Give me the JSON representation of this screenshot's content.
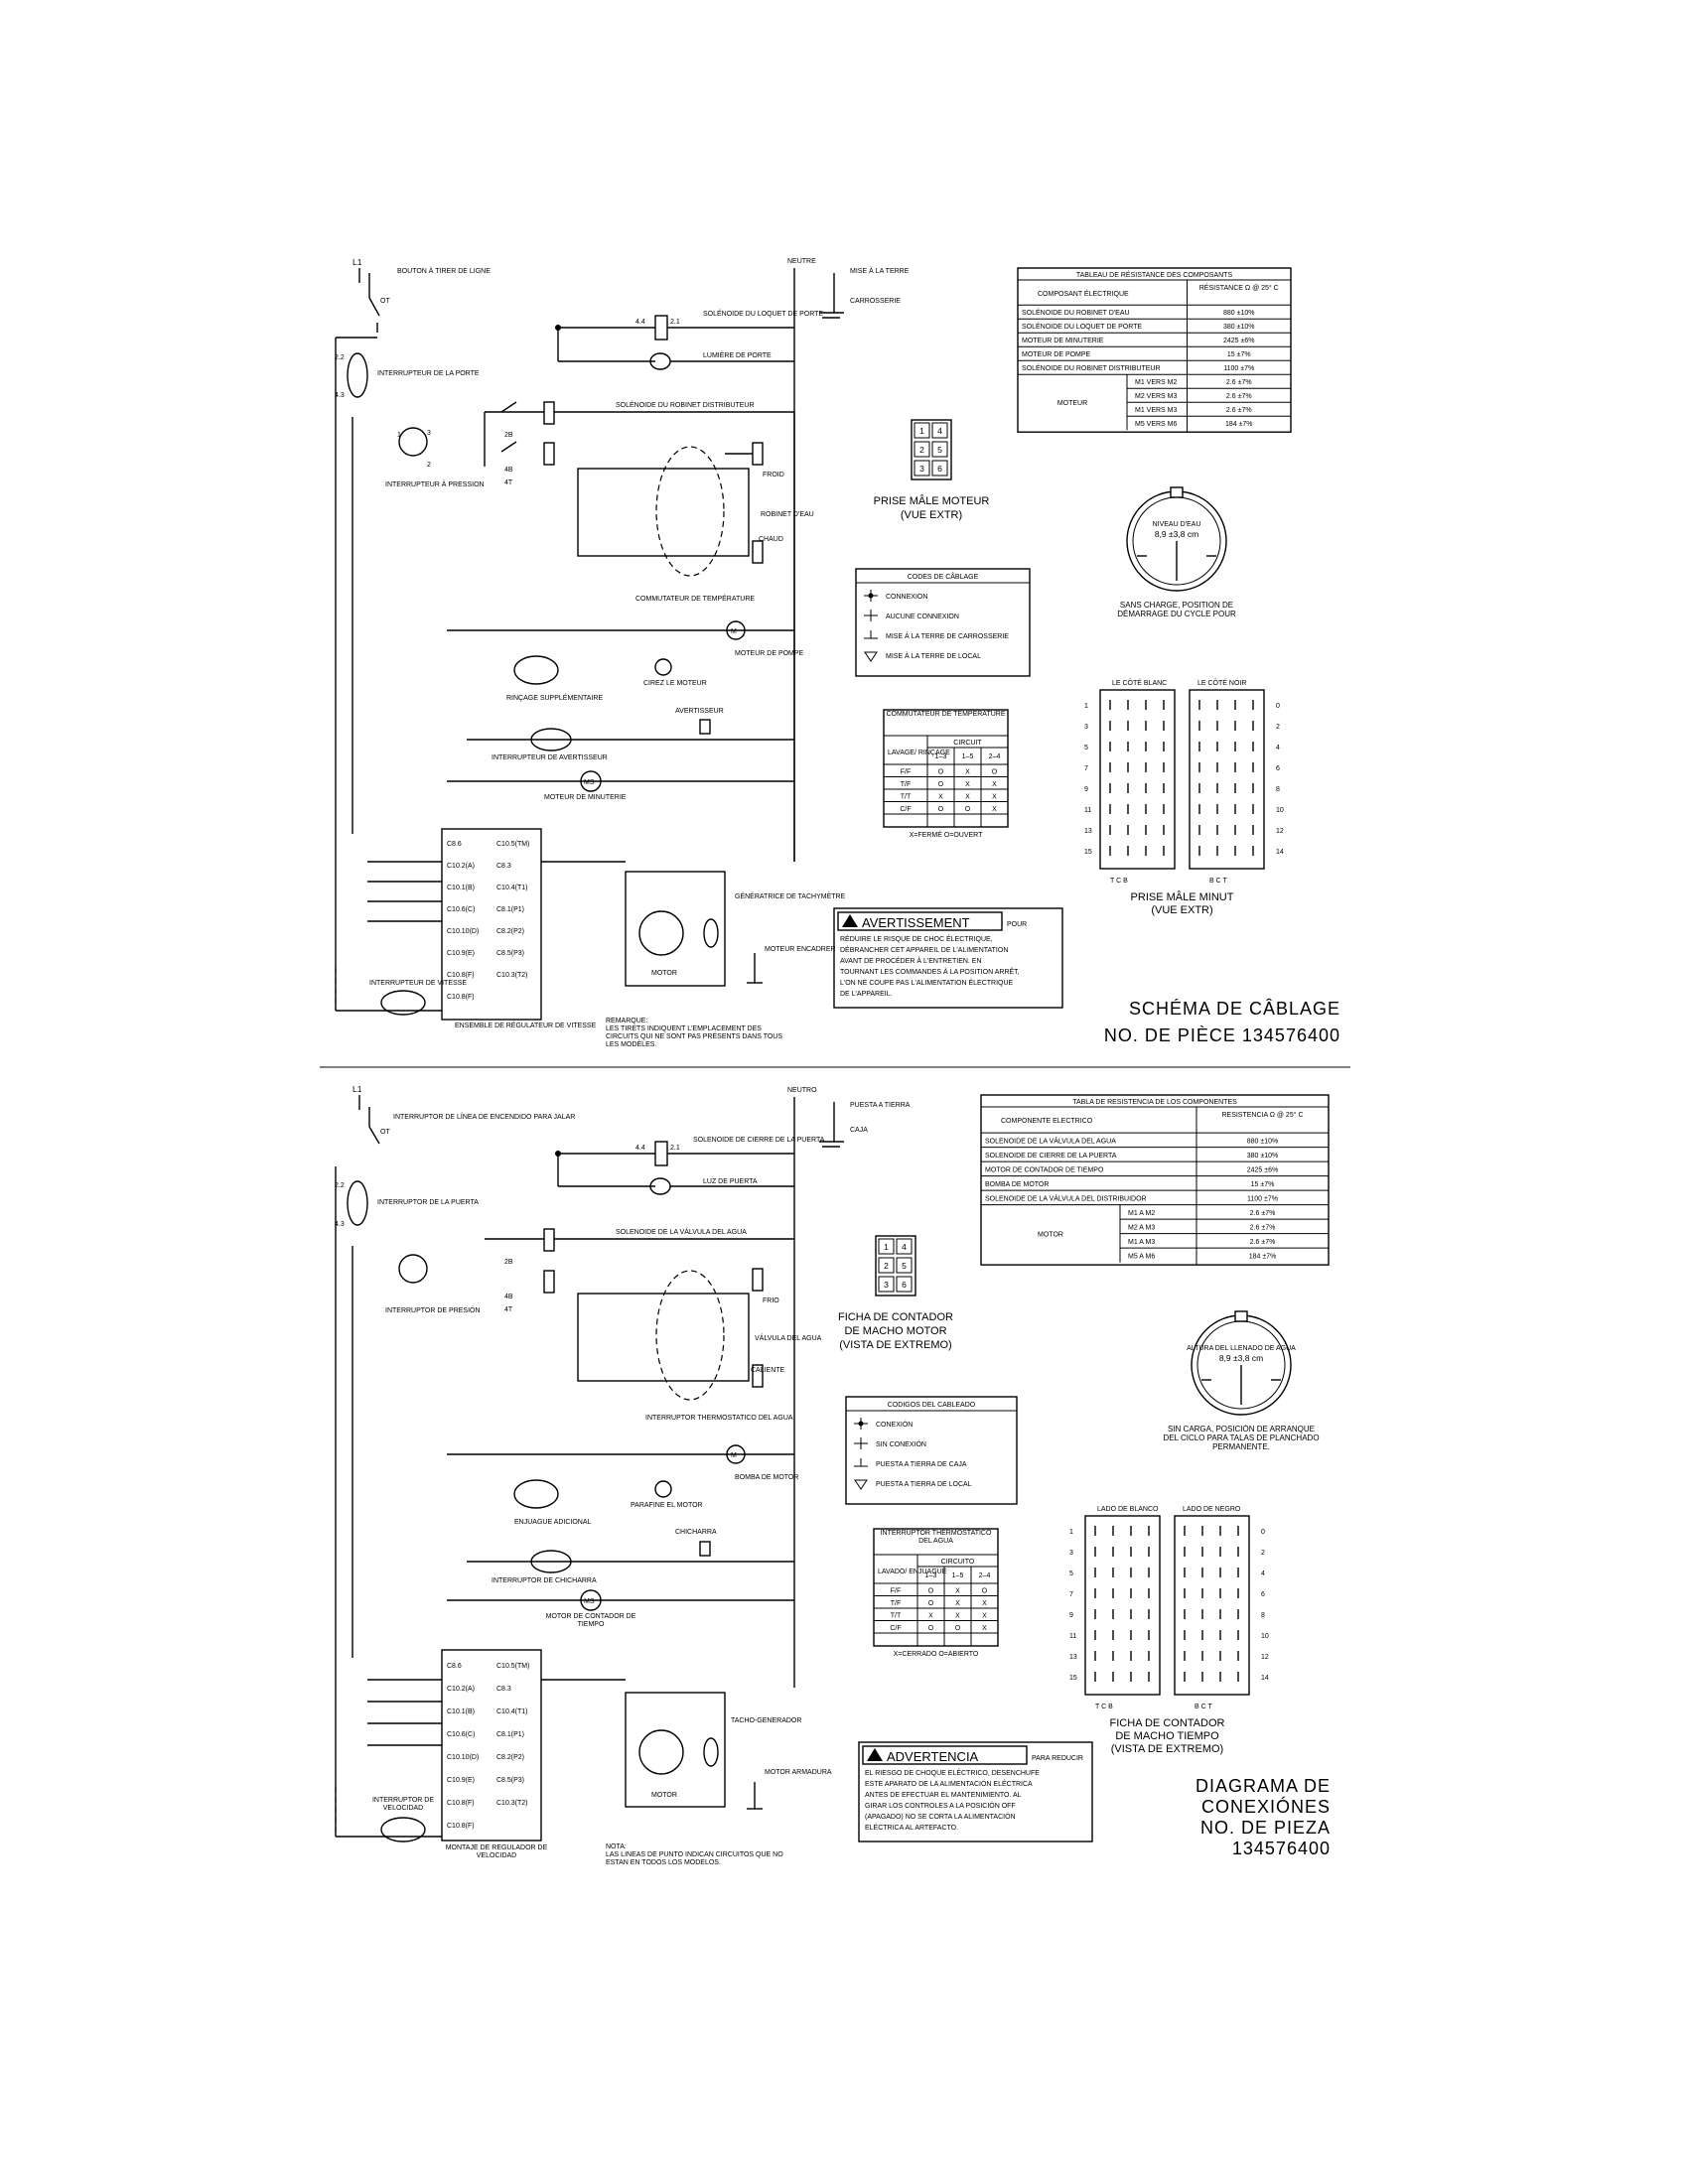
{
  "fr": {
    "labels": {
      "l1": "L1",
      "neutre": "NEUTRE",
      "bouton": "BOUTON À TIRER DE LIGNE",
      "mise_terre": "MISE À LA TERRE",
      "carrosserie": "CARROSSERIE",
      "solenoide_loquet": "SOLÉNOIDE DU LOQUET DE PORTE",
      "lumiere_porte": "LUMIÈRE DE PORTE",
      "interrupteur_porte": "INTERRUPTEUR DE LA PORTE",
      "solenoide_distributeur": "SOLÉNOIDE DU ROBINET DISTRIBUTEUR",
      "interrupteur_pression": "INTERRUPTEUR À PRESSION",
      "froid": "FROID",
      "chaud": "CHAUD",
      "robinet_eau": "ROBINET D'EAU",
      "commutateur_temp": "COMMUTATEUR DE TEMPÉRATURE",
      "rincage_supp": "RINÇAGE SUPPLÉMENTAIRE",
      "moteur_pompe": "MOTEUR DE POMPE",
      "cirez_moteur": "CIREZ LE MOTEUR",
      "avertisseur": "AVERTISSEUR",
      "interrupteur_avertisseur": "INTERRUPTEUR DE AVERTISSEUR",
      "moteur_minuterie": "MOTEUR DE MINUTERIE",
      "generatrice": "GÉNÉRATRICE DE TACHYMÈTRE",
      "motor": "MOTOR",
      "moteur_encadrer": "MOTEUR ENCADRER",
      "interrupteur_vitesse": "INTERRUPTEUR DE VITESSE",
      "ensemble_regulateur": "ENSEMBLE DE RÉGULATEUR DE VITESSE",
      "remarque": "REMARQUE:",
      "remarque_text": "LES TIRETS INDIQUENT L'EMPLACEMENT DES CIRCUITS QUI NE SONT PAS PRÉSENTS DANS TOUS LES MODÈLES."
    },
    "resistance_table": {
      "title": "TABLEAU DE RÉSISTANCE DES COMPOSANTS",
      "col1": "COMPOSANT ÉLECTRIQUE",
      "col2": "RÉSISTANCE Ω @ 25° C",
      "rows": [
        [
          "SOLÉNOIDE DU ROBINET D'EAU",
          "880 ±10%"
        ],
        [
          "SOLÉNOIDE DU LOQUET DE PORTE",
          "380 ±10%"
        ],
        [
          "MOTEUR DE MINUTERIE",
          "2425 ±6%"
        ],
        [
          "MOTEUR DE POMPE",
          "15 ±7%"
        ],
        [
          "SOLÉNOIDE DU ROBINET DISTRIBUTEUR",
          "1100 ±7%"
        ]
      ],
      "motor_label": "MOTEUR",
      "motor_rows": [
        [
          "M1 VERS M2",
          "2.6 ±7%"
        ],
        [
          "M2 VERS M3",
          "2.6 ±7%"
        ],
        [
          "M1 VERS M3",
          "2.6 ±7%"
        ],
        [
          "M5 VERS M6",
          "184 ±7%"
        ]
      ]
    },
    "plug": {
      "caption1": "PRISE MÂLE MOTEUR",
      "caption2": "(VUE EXTR)"
    },
    "niveau": {
      "label1": "NIVEAU D'EAU",
      "label2": "8,9 ±3,8 cm",
      "caption": "SANS CHARGE, POSITION DE DÉMARRAGE DU CYCLE POUR"
    },
    "codes": {
      "title": "CODES DE CÂBLAGE",
      "items": [
        "CONNEXION",
        "AUCUNE CONNEXION",
        "MISE À LA TERRE DE CARROSSERIE",
        "MISE À LA TERRE DE LOCAL"
      ]
    },
    "temp_table": {
      "title": "COMMUTATEUR DE TEMPÉRATURE",
      "circuit": "CIRCUIT",
      "rowhead": "LAVAGE/ RINÇAGE",
      "cols": [
        "1–3",
        "1–5",
        "2–4"
      ],
      "rows": [
        [
          "F/F",
          "O",
          "X",
          "O"
        ],
        [
          "T/F",
          "O",
          "X",
          "X"
        ],
        [
          "T/T",
          "X",
          "X",
          "X"
        ],
        [
          "C/F",
          "O",
          "O",
          "X"
        ]
      ],
      "legend": "X=FERMÉ    O=OUVERT"
    },
    "timer_plug": {
      "left": "LE CÔTÉ BLANC",
      "right": "LE CÔTÉ NOIR",
      "bottom_left": "T  C  B",
      "bottom_right": "B  C  T",
      "caption1": "PRISE MÂLE MINUT",
      "caption2": "(VUE EXTR)"
    },
    "warning": {
      "title": "AVERTISSEMENT",
      "suffix": "POUR",
      "lines": [
        "RÉDUIRE LE RISQUE DE CHOC ÉLECTRIQUE,",
        "DÉBRANCHER CET APPAREIL DE L'ALIMENTATION",
        "AVANT DE PROCÉDER À L'ENTRETIEN. EN",
        "TOURNANT LES COMMANDES À LA POSITION ARRÊT,",
        "L'ON NE COUPE PAS L'ALIMENTATION ÉLECTRIQUE",
        "DE L'APPAREIL."
      ]
    },
    "title1": "SCHÉMA DE CÂBLAGE",
    "title2": "NO. DE PIÈCE 134576400"
  },
  "es": {
    "labels": {
      "l1": "L1",
      "neutre": "NEUTRO",
      "bouton": "INTERRUPTOR DE LÍNEA DE ENCENDIDO PARA JALAR",
      "mise_terre": "PUESTA A TIERRA",
      "carrosserie": "CAJA",
      "solenoide_loquet": "SOLENOIDE DE CIERRE DE LA PUERTA",
      "lumiere_porte": "LUZ DE PUERTA",
      "interrupteur_porte": "INTERRUPTOR DE LA PUERTA",
      "solenoide_distributeur": "SOLENOIDE DE LA VÁLVULA DEL AGUA",
      "interrupteur_pression": "INTERRUPTOR DE PRESIÓN",
      "froid": "FRIO",
      "chaud": "CALIENTE",
      "robinet_eau": "VÁLVULA DEL AGUA",
      "commutateur_temp": "INTERRUPTOR THERMOSTATICO DEL AGUA",
      "rincage_supp": "ENJUAGUE ADICIONAL",
      "moteur_pompe": "BOMBA DE MOTOR",
      "cirez_moteur": "PARAFINE EL MOTOR",
      "avertisseur": "CHICHARRA",
      "interrupteur_avertisseur": "INTERRUPTOR DE CHICHARRA",
      "moteur_minuterie": "MOTOR DE CONTADOR DE TIEMPO",
      "generatrice": "TACHO-GENERADOR",
      "motor": "MOTOR",
      "moteur_encadrer": "MOTOR ARMADURA",
      "interrupteur_vitesse": "INTERRUPTOR DE VELOCIDAD",
      "ensemble_regulateur": "MONTAJE DE REGULADOR DE VELOCIDAD",
      "remarque": "NOTA:",
      "remarque_text": "LAS LINEAS DE PUNTO INDICAN CIRCUITOS QUE NO ESTAN EN TODOS LOS MODELOS."
    },
    "resistance_table": {
      "title": "TABLA DE RESISTENCIA DE LOS COMPONENTES",
      "col1": "COMPONENTE ELECTRICO",
      "col2": "RESISTENCIA Ω @ 25° C",
      "rows": [
        [
          "SOLENOIDE DE LA VÁLVULA DEL AGUA",
          "880 ±10%"
        ],
        [
          "SOLENOIDE DE CIERRE DE LA PUERTA",
          "380 ±10%"
        ],
        [
          "MOTOR DE CONTADOR DE TIEMPO",
          "2425 ±6%"
        ],
        [
          "BOMBA DE MOTOR",
          "15 ±7%"
        ],
        [
          "SOLENOIDE DE LA VÁLVULA DEL DISTRIBUIDOR",
          "1100 ±7%"
        ]
      ],
      "motor_label": "MOTOR",
      "motor_rows": [
        [
          "M1 A M2",
          "2.6 ±7%"
        ],
        [
          "M2 A M3",
          "2.6 ±7%"
        ],
        [
          "M1 A M3",
          "2.6 ±7%"
        ],
        [
          "M5 A M6",
          "184 ±7%"
        ]
      ]
    },
    "plug": {
      "caption1": "FICHA DE CONTADOR",
      "caption2": "DE MACHO MOTOR",
      "caption3": "(VISTA DE EXTREMO)"
    },
    "niveau": {
      "label1": "ALTURA DEL LLENADO DE AGUA",
      "label2": "8,9 ±3,8 cm",
      "caption": "SIN CARGA, POSICIÓN DE ARRANQUE DEL CICLO PARA TALAS DE PLANCHADO PERMANENTE."
    },
    "codes": {
      "title": "CODIGOS DEL CABLEADO",
      "items": [
        "CONEXIÓN",
        "SIN CONEXIÓN",
        "PUESTA A TIERRA DE CAJA",
        "PUESTA A TIERRA DE LOCAL"
      ]
    },
    "temp_table": {
      "title": "INTERRUPTOR THERMOSTATICO DEL AGUA",
      "circuit": "CIRCUITO",
      "rowhead": "LAVADO/ ENJUAGUE",
      "cols": [
        "1–3",
        "1–5",
        "2–4"
      ],
      "rows": [
        [
          "F/F",
          "O",
          "X",
          "O"
        ],
        [
          "T/F",
          "O",
          "X",
          "X"
        ],
        [
          "T/T",
          "X",
          "X",
          "X"
        ],
        [
          "C/F",
          "O",
          "O",
          "X"
        ]
      ],
      "legend": "X=CERRADO    O=ABIERTO"
    },
    "timer_plug": {
      "left": "LADO DE BLANCO",
      "right": "LADO DE NEGRO",
      "bottom_left": "T  C  B",
      "bottom_right": "B  C  T",
      "caption1": "FICHA DE CONTADOR",
      "caption2": "DE MACHO TIEMPO",
      "caption3": "(VISTA DE EXTREMO)"
    },
    "warning": {
      "title": "ADVERTENCIA",
      "suffix": "PARA REDUCIR",
      "lines": [
        "EL RIESGO DE CHOQUE ELÉCTRICO, DESENCHUFE",
        "ESTE APARATO DE LA ALIMENTACIÓN ELÉCTRICA",
        "ANTES DE EFECTUAR EL MANTENIMIENTO. AL",
        "GIRAR LOS CONTROLES A LA POSICIÓN OFF",
        "(APAGADO) NO SE CORTA LA ALIMENTACIÓN",
        "ELÉCTRICA AL ARTEFACTO."
      ]
    },
    "title1": "DIAGRAMA DE",
    "title2": "CONEXIÓNES",
    "title3": "NO. DE PIEZA",
    "title4": "134576400"
  },
  "timer_pins_left": [
    "1",
    "3",
    "5",
    "7",
    "9",
    "11",
    "13",
    "15"
  ],
  "timer_pins_right": [
    "0",
    "2",
    "4",
    "6",
    "8",
    "10",
    "12",
    "14"
  ],
  "plug_pins": [
    "1",
    "4",
    "2",
    "5",
    "3",
    "6"
  ],
  "regulator_pins": [
    "C8.6",
    "C10.2(A)",
    "C10.1(B)",
    "C10.6(C)",
    "C10.10(D)",
    "C10.9(E)",
    "C10.8(F)",
    "C10.8(F)"
  ],
  "regulator_right_pins": [
    "C10.5(TM)",
    "C8.3",
    "C10.4(T1)",
    "C8.1(P1)",
    "C8.2(P2)",
    "C8.5(P3)",
    "C10.3(T2)"
  ]
}
